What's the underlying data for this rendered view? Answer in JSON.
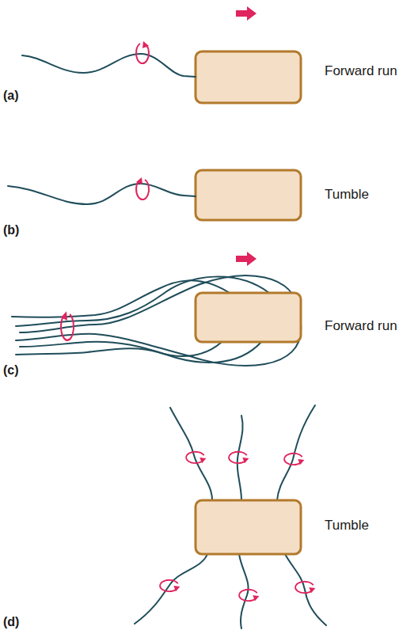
{
  "diagram": {
    "labels": [
      "Forward run",
      "(a)",
      "Tumble",
      "(b)",
      "Forward run",
      "(c)",
      "Tumble",
      "(d)"
    ]
  }
}
